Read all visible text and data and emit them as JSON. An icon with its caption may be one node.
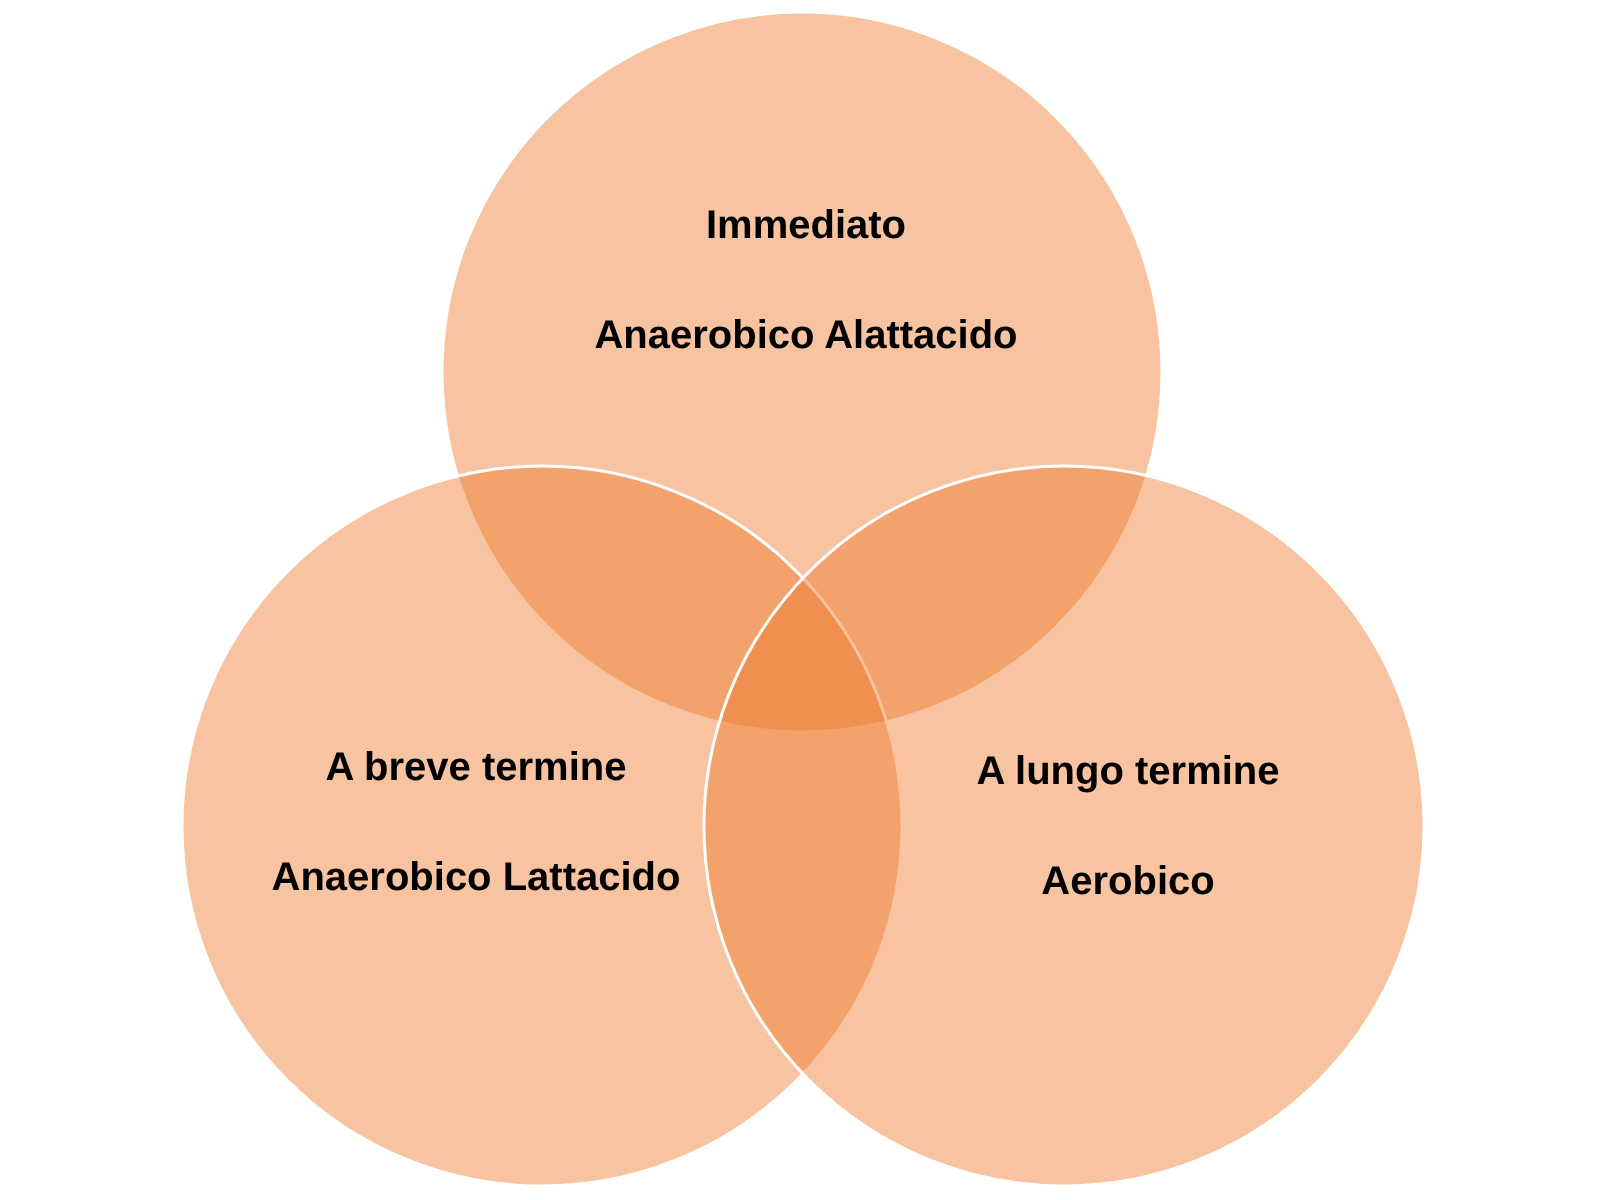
{
  "diagram": {
    "nodes": [
      {
        "text": [
          "Immediato",
          "Anaerobico Alattacido"
        ]
      },
      {
        "text": [
          "A breve termine",
          "Anaerobico Lattacido"
        ]
      },
      {
        "text": [
          "A lungo termine",
          "Aerobico"
        ]
      }
    ]
  }
}
